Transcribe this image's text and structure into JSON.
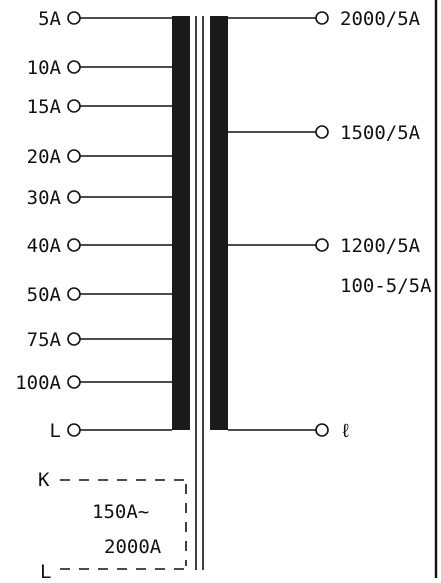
{
  "primary_taps": [
    "5A",
    "10A",
    "15A",
    "20A",
    "30A",
    "40A",
    "50A",
    "75A",
    "100A",
    "L"
  ],
  "secondary_taps": [
    "2000/5A",
    "1500/5A",
    "1200/5A",
    "ℓ"
  ],
  "secondary_note": "100-5/5A",
  "external_box": {
    "start_label": "K",
    "end_label": "L",
    "range_line1": "150A~",
    "range_line2": "2000A"
  },
  "colors": {
    "ink": "#111111",
    "core": "#1a1a1a",
    "background": "#ffffff"
  }
}
